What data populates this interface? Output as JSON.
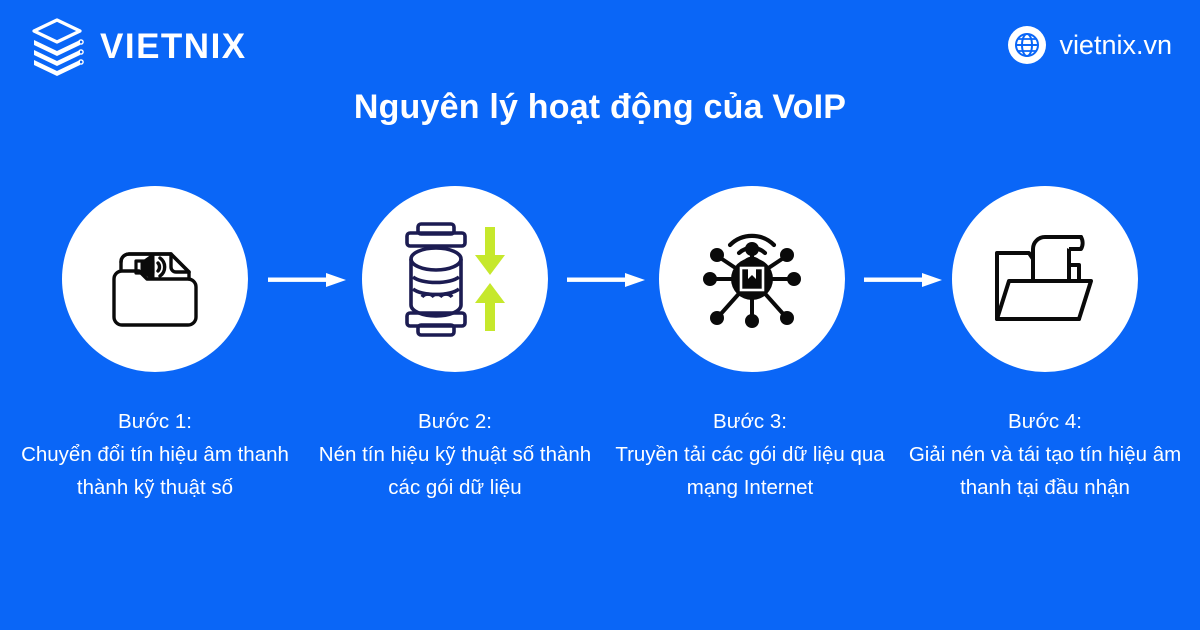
{
  "theme": {
    "background_color": "#0a66f7",
    "circle_color": "#ffffff",
    "text_color": "#ffffff",
    "accent_green": "#c6e82c",
    "icon_navy": "#1c1c52",
    "icon_black": "#0a0a0a"
  },
  "header": {
    "brand_name": "VIETNIX",
    "brand_logo_icon": "stacked-layers-icon",
    "site_icon": "globe-icon",
    "site_url": "vietnix.vn"
  },
  "title": "Nguyên lý hoạt động của VoIP",
  "steps": [
    {
      "icon": "audio-file-icon",
      "heading": "Bước 1:",
      "body": "Chuyển đổi tín hiệu âm thanh thành kỹ thuật số"
    },
    {
      "icon": "data-compression-icon",
      "heading": "Bước 2:",
      "body": "Nén tín hiệu kỹ thuật số thành các gói dữ liệu"
    },
    {
      "icon": "network-packet-transmission-icon",
      "heading": "Bước 3:",
      "body": "Truyền tải các gói dữ liệu qua mạng Internet"
    },
    {
      "icon": "open-folder-document-icon",
      "heading": "Bước 4:",
      "body": "Giải nén và tái tạo tín hiệu âm thanh tại đầu nhận"
    }
  ],
  "connectors": [
    {
      "icon": "arrow-right-icon"
    },
    {
      "icon": "arrow-right-icon"
    },
    {
      "icon": "arrow-right-icon"
    }
  ]
}
